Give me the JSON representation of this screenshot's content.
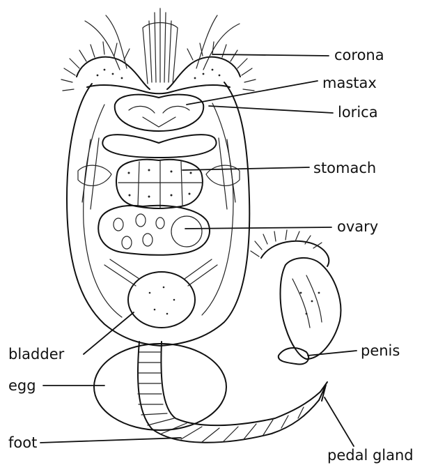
{
  "labels": {
    "corona": "corona",
    "mastax": "mastax",
    "lorica": "lorica",
    "stomach": "stomach",
    "ovary": "ovary",
    "bladder": "bladder",
    "egg": "egg",
    "penis": "penis",
    "foot": "foot",
    "pedal_gland": "pedal gland"
  }
}
